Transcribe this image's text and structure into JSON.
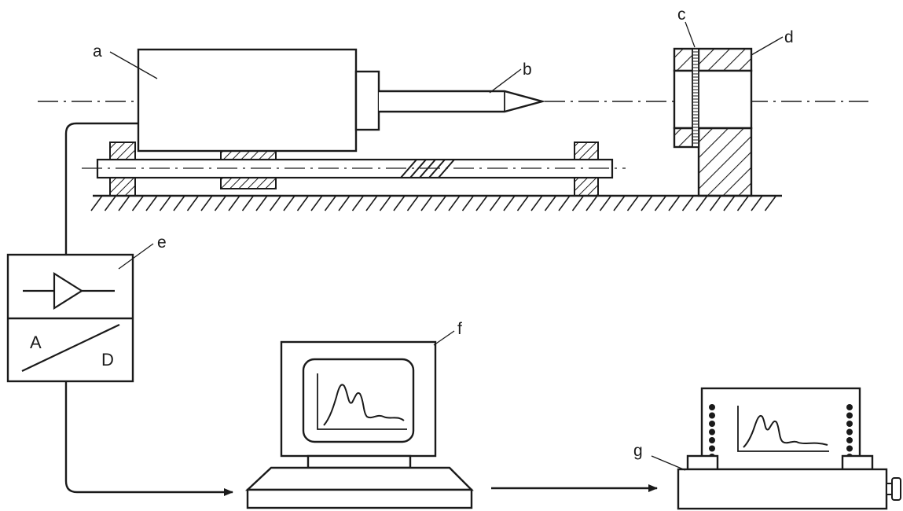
{
  "labels": {
    "a": "a",
    "b": "b",
    "c": "c",
    "d": "d",
    "e": "e",
    "f": "f",
    "g": "g"
  },
  "converter": {
    "a_label": "A",
    "d_label": "D"
  },
  "colors": {
    "line": "#1a1a1a",
    "background": "#ffffff"
  }
}
